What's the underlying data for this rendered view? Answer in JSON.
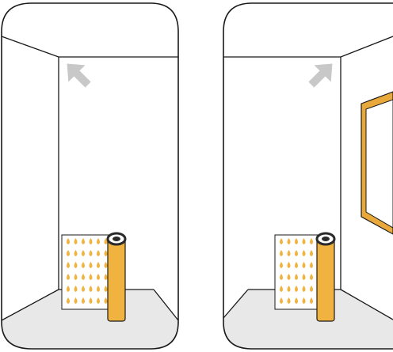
{
  "panels": [
    {
      "id": "left-room",
      "arrow_direction": "up-left",
      "wallpaper_pattern": "drops",
      "has_window": false
    },
    {
      "id": "right-room",
      "arrow_direction": "up-right",
      "wallpaper_pattern": "drops",
      "has_window": true
    }
  ],
  "colors": {
    "outline": "#1a1a1a",
    "wall": "#ffffff",
    "floor": "#e8e8e8",
    "arrow": "#c8c8c8",
    "roll": "#f1b33f",
    "roll_edge": "#2a2a2a",
    "window_frame": "#e9a93a",
    "drop": "#f1b33f",
    "paper": "#ffffff"
  }
}
